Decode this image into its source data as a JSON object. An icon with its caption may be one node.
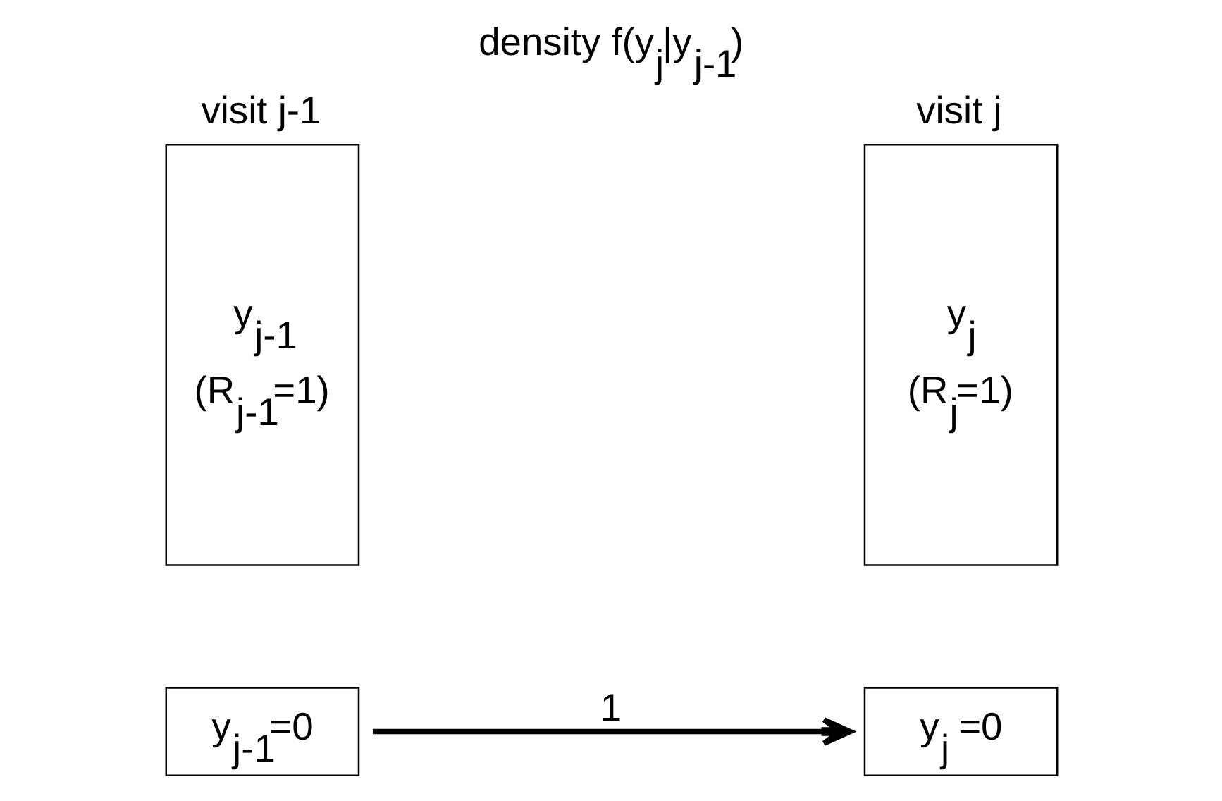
{
  "diagram": {
    "title": "density f(y$_{j}$|y$_{j-1}$)",
    "nodes": [
      {
        "text": [
          "visit j-1",
          "y$_{j-1}$",
          "(R$_{j-1}$=1)"
        ]
      },
      {
        "text": [
          "visit j",
          "y$_{j}$",
          "(R$_{j}$=1)"
        ]
      },
      {
        "text": [
          "y$_{j-1}$=0"
        ]
      },
      {
        "text": [
          "y$_{j}$ =0"
        ]
      }
    ],
    "edges": [
      {
        "from": 2,
        "to": 3,
        "arrow": "to",
        "label": "1"
      }
    ]
  }
}
